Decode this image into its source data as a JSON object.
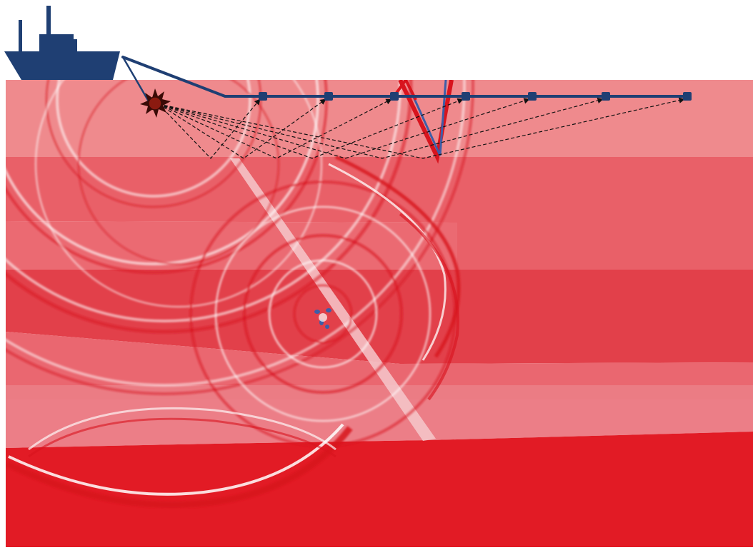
{
  "colors": {
    "background": "#ffffff",
    "layer_1": "#ef8a8d",
    "layer_2": "#e96068",
    "layer_3": "#eb6a72",
    "layer_4": "#e2404a",
    "layer_5": "#ea6770",
    "layer_6": "#eb7c84",
    "layer_7": "#e21b25",
    "vessel": "#1f3f73",
    "cable": "#1f3f73",
    "receiver": "#1f3f73",
    "source_fill": "#8b1a10",
    "source_outline": "#3a0a06",
    "ray": "#111111",
    "wavefront_red": "#d8141e",
    "wavefront_white": "#ffffff",
    "wavefront_blue": "#3d5ea8"
  },
  "icons": {
    "vessel": "ship-silhouette",
    "source": "airgun-starburst",
    "receivers": "hydrophone-square"
  },
  "diagram": {
    "type": "marine seismic survey over wavefield snapshot",
    "receiver_count": 7,
    "ray_style": "dashed-arrow"
  }
}
